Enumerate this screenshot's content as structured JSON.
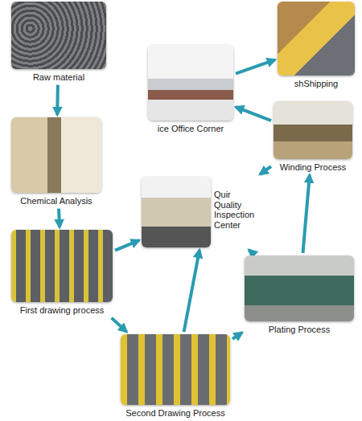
{
  "diagram": {
    "nodes": [
      {
        "text": [
          "Raw material"
        ]
      },
      {
        "text": [
          "ice Office Corner"
        ]
      },
      {
        "text": [
          "shShipping"
        ]
      },
      {
        "text": [
          "Chemical Analysis"
        ]
      },
      {
        "text": [
          "Quir",
          "Quality Inspection Center"
        ]
      },
      {
        "text": [
          "Winding Process"
        ]
      },
      {
        "text": [
          "First drawing process"
        ]
      },
      {
        "text": [
          "Plating Process"
        ]
      },
      {
        "text": [
          "Second Drawing Process"
        ]
      }
    ],
    "edges": [
      {
        "from": 0,
        "to": 3,
        "arrow": "to"
      },
      {
        "from": 3,
        "to": 6,
        "arrow": "to"
      },
      {
        "from": 6,
        "to": 8,
        "arrow": "to"
      },
      {
        "from": 8,
        "to": 7,
        "arrow": "to"
      },
      {
        "from": 7,
        "to": 5,
        "arrow": "to"
      },
      {
        "from": 5,
        "to": 1,
        "arrow": "to"
      },
      {
        "from": 1,
        "to": 2,
        "arrow": "to"
      },
      {
        "from": 6,
        "to": 4,
        "arrow": "to"
      },
      {
        "from": 8,
        "to": 4,
        "arrow": "to"
      },
      {
        "from": 7,
        "to": 4,
        "arrow": "to"
      },
      {
        "from": 5,
        "to": 4,
        "arrow": "to"
      }
    ]
  }
}
